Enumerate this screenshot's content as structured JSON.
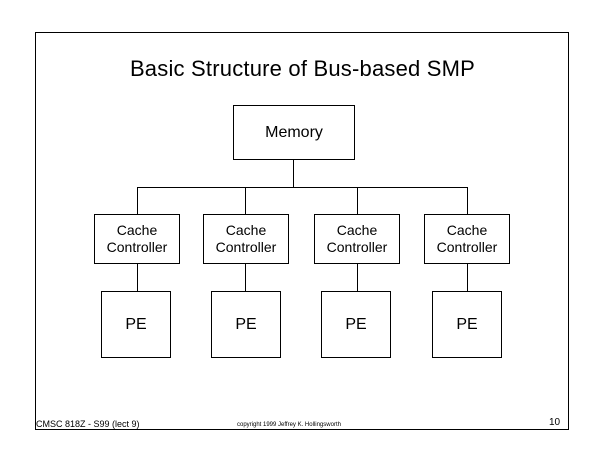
{
  "slide": {
    "title": "Basic Structure of Bus-based SMP"
  },
  "memory": {
    "label": "Memory"
  },
  "caches": [
    {
      "line1": "Cache",
      "line2": "Controller"
    },
    {
      "line1": "Cache",
      "line2": "Controller"
    },
    {
      "line1": "Cache",
      "line2": "Controller"
    },
    {
      "line1": "Cache",
      "line2": "Controller"
    }
  ],
  "pes": [
    {
      "label": "PE"
    },
    {
      "label": "PE"
    },
    {
      "label": "PE"
    },
    {
      "label": "PE"
    }
  ],
  "footer": {
    "course": "CMSC 818Z - S99 (lect 9)",
    "copyright": "copyright 1999 Jeffrey K. Hollingsworth",
    "page": "10"
  }
}
